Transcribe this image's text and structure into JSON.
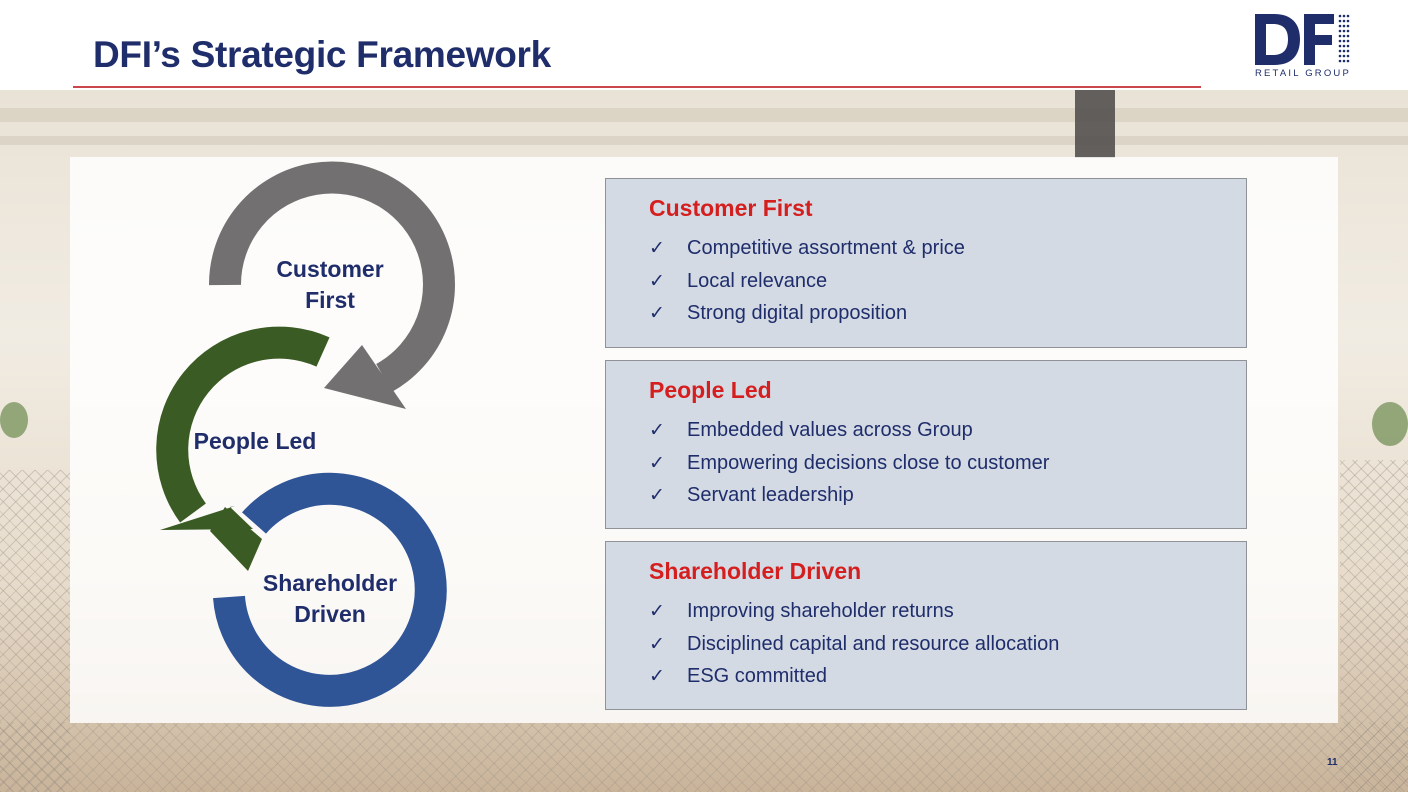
{
  "header": {
    "title": "DFI’s Strategic Framework",
    "logo_mark": "DFI",
    "logo_subtitle": "RETAIL GROUP"
  },
  "cycle": {
    "customer": [
      "Customer",
      "First"
    ],
    "people": [
      "People Led"
    ],
    "shareholder": [
      "Shareholder",
      "Driven"
    ]
  },
  "boxes": [
    {
      "title": "Customer First",
      "items": [
        "Competitive assortment & price",
        "Local relevance",
        "Strong digital proposition"
      ]
    },
    {
      "title": "People Led",
      "items": [
        "Embedded values across Group",
        "Empowering decisions close to customer",
        "Servant leadership"
      ]
    },
    {
      "title": "Shareholder Driven",
      "items": [
        "Improving shareholder returns",
        "Disciplined capital and resource allocation",
        "ESG committed"
      ]
    }
  ],
  "check_glyph": "✓",
  "page_number": "11",
  "colors": {
    "navy": "#1f2d6b",
    "red_title": "#d51e1e",
    "accent_rule": "#c8464c",
    "arrow_grey": "#737071",
    "arrow_green": "#3b5b24",
    "arrow_blue": "#2f5597",
    "box_fill": "#d0d7e2"
  },
  "icons": {
    "logo": "dfi-logo-icon",
    "check": "check-icon"
  }
}
